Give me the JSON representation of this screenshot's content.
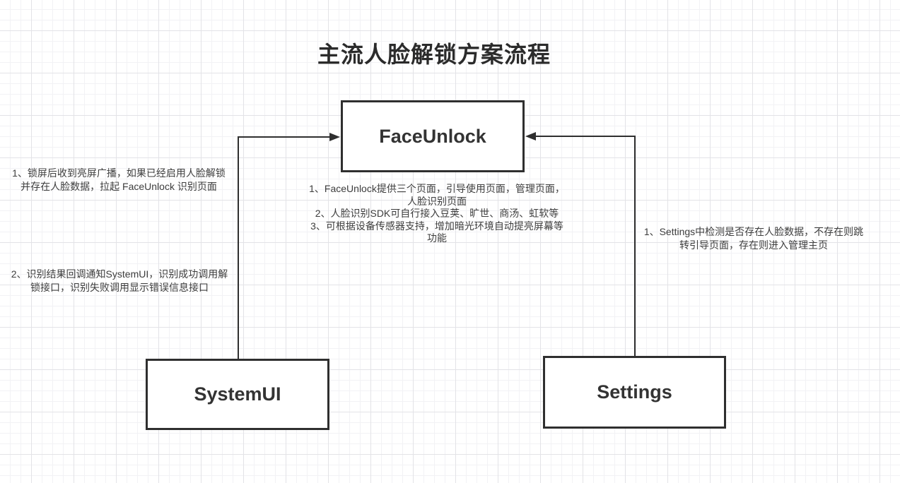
{
  "title": "主流人脸解锁方案流程",
  "nodes": {
    "face_unlock": {
      "label": "FaceUnlock"
    },
    "system_ui": {
      "label": "SystemUI"
    },
    "settings": {
      "label": "Settings"
    }
  },
  "notes": {
    "screen_on": "1、锁屏后收到亮屏广播，如果已经启用人脸解锁\n并存在人脸数据，拉起 FaceUnlock 识别页面",
    "callback": "2、识别结果回调通知SystemUI，识别成功调用解\n锁接口，识别失败调用显示错误信息接口",
    "faceunlock_details": "1、FaceUnlock提供三个页面，引导使用页面，管理页面，\n人脸识别页面\n2、人脸识别SDK可自行接入豆荚、旷世、商汤、虹软等\n3、可根据设备传感器支持，增加暗光环境自动提亮屏幕等\n功能",
    "settings_check": "1、Settings中检测是否存在人脸数据，不存在则跳\n转引导页面，存在则进入管理主页"
  },
  "colors": {
    "node_border": "#2f2f2f",
    "connector": "#2f2f2f",
    "title_text": "#2b2b2b",
    "note_text": "#3d3d3d",
    "grid_minor": "#f2f2f5",
    "grid_major": "#e3e3e7",
    "canvas_background": "#ffffff"
  }
}
